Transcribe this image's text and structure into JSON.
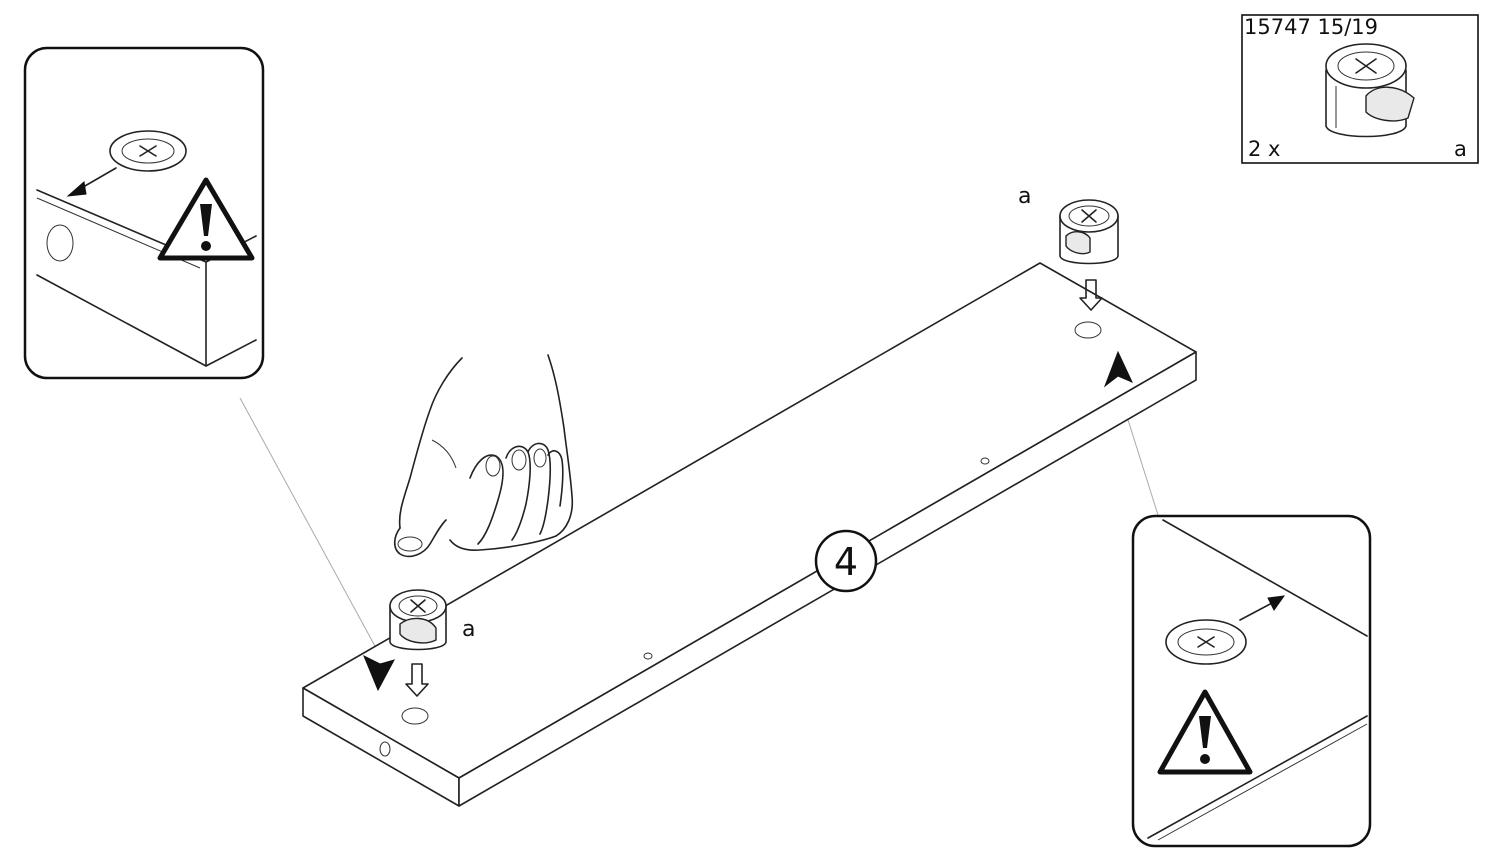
{
  "part_box": {
    "article_code": "15747 15/19",
    "quantity": "2 x",
    "part_letter": "a",
    "cam_icon": "cam-lock-fitting-icon"
  },
  "labels": {
    "part_right": "a",
    "part_left": "a"
  },
  "step": {
    "number": "4"
  },
  "icons": {
    "warning": "warning-triangle-icon",
    "hand": "hand-pressing-icon",
    "insert_arrow": "insert-down-arrow-icon"
  }
}
